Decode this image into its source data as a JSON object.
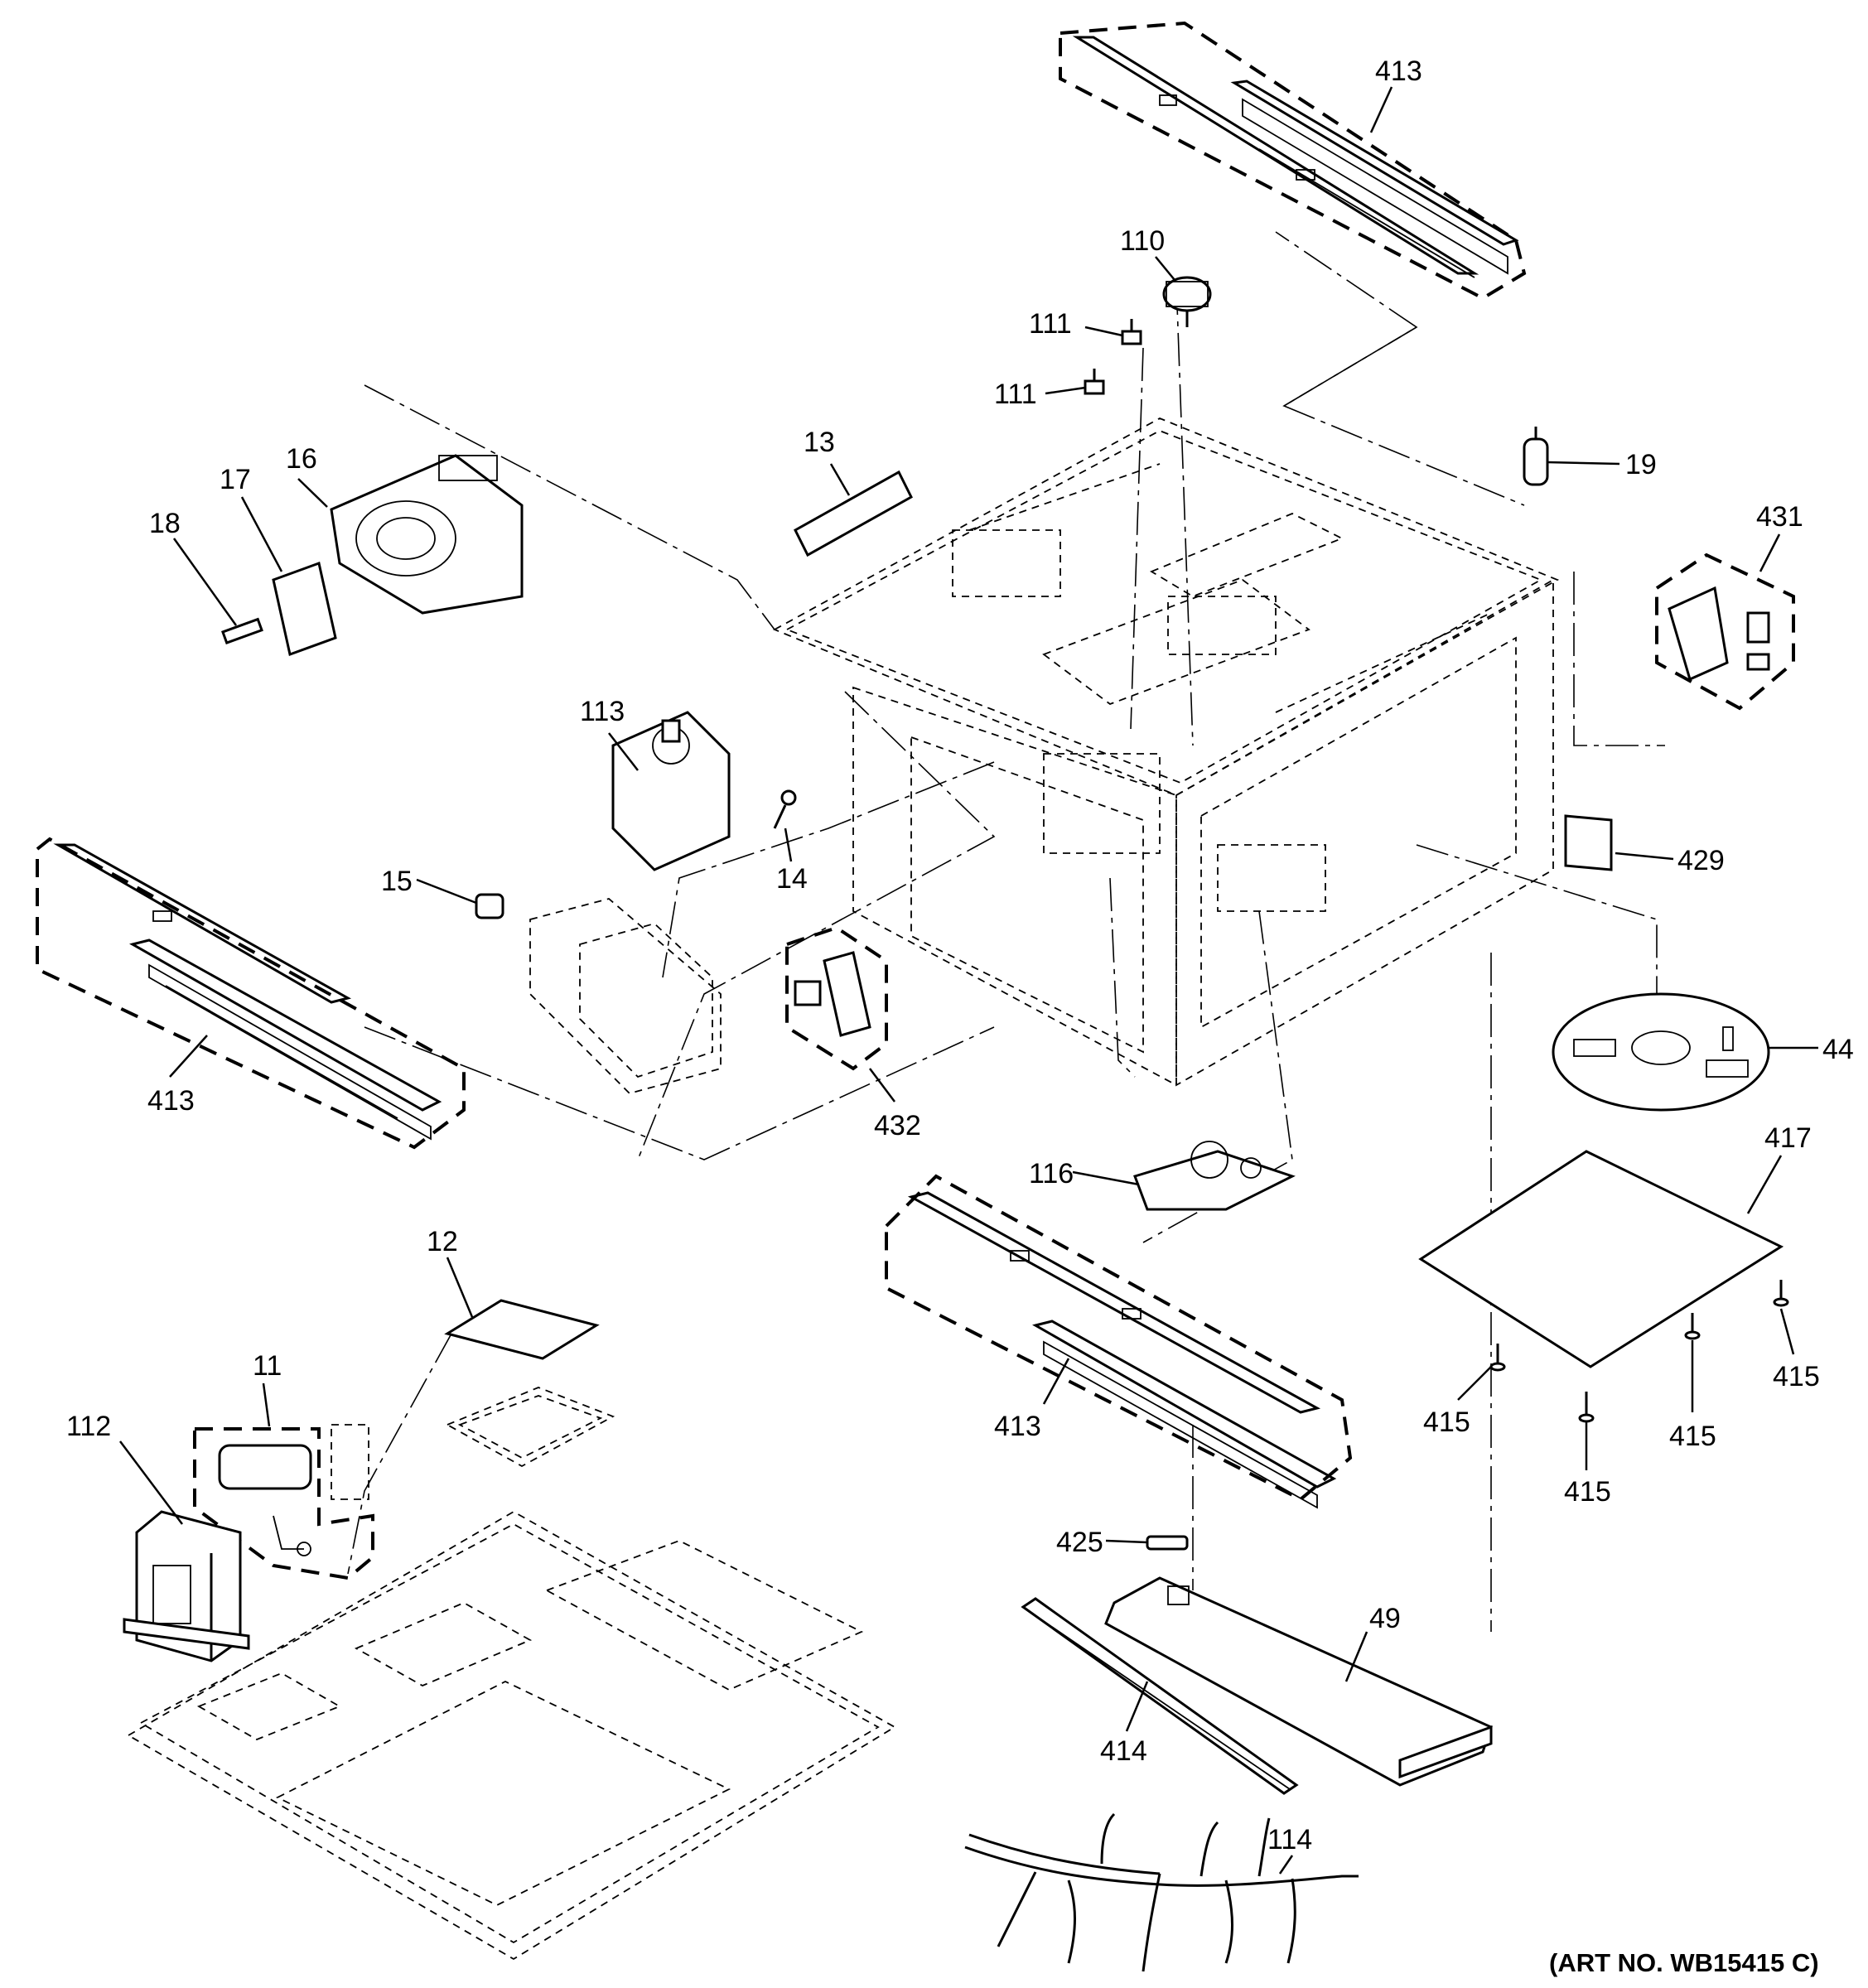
{
  "diagram": {
    "art_number": "(ART NO. WB15415 C)",
    "callouts": {
      "c413_top": "413",
      "c110": "110",
      "c111_a": "111",
      "c111_b": "111",
      "c13": "13",
      "c19": "19",
      "c16": "16",
      "c17": "17",
      "c18": "18",
      "c431": "431",
      "c113": "113",
      "c14": "14",
      "c15": "15",
      "c429": "429",
      "c413_left": "413",
      "c432": "432",
      "c44": "44",
      "c116": "116",
      "c417": "417",
      "c12": "12",
      "c11": "11",
      "c413_mid": "413",
      "c415_a": "415",
      "c415_b": "415",
      "c415_c": "415",
      "c415_d": "415",
      "c112": "112",
      "c425": "425",
      "c49": "49",
      "c414": "414",
      "c114": "114"
    }
  }
}
